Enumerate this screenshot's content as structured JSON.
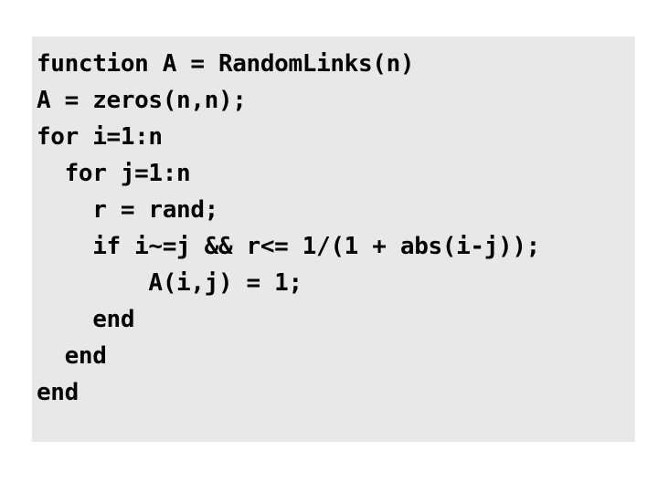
{
  "slide": {
    "background_color": "#ffffff"
  },
  "code_panel": {
    "background_color": "#e8e8e8",
    "text_color": "#000000",
    "language": "matlab",
    "lines": [
      {
        "indent": 0,
        "text": "function A = RandomLinks(n)"
      },
      {
        "indent": 0,
        "text": "A = zeros(n,n);"
      },
      {
        "indent": 0,
        "text": "for i=1:n"
      },
      {
        "indent": 2,
        "text": "  for j=1:n"
      },
      {
        "indent": 4,
        "text": "    r = rand;"
      },
      {
        "indent": 4,
        "text": "    if i~=j && r<= 1/(1 + abs(i-j));"
      },
      {
        "indent": 8,
        "text": "        A(i,j) = 1;"
      },
      {
        "indent": 4,
        "text": "    end"
      },
      {
        "indent": 2,
        "text": "  end"
      },
      {
        "indent": 0,
        "text": "end"
      }
    ]
  }
}
